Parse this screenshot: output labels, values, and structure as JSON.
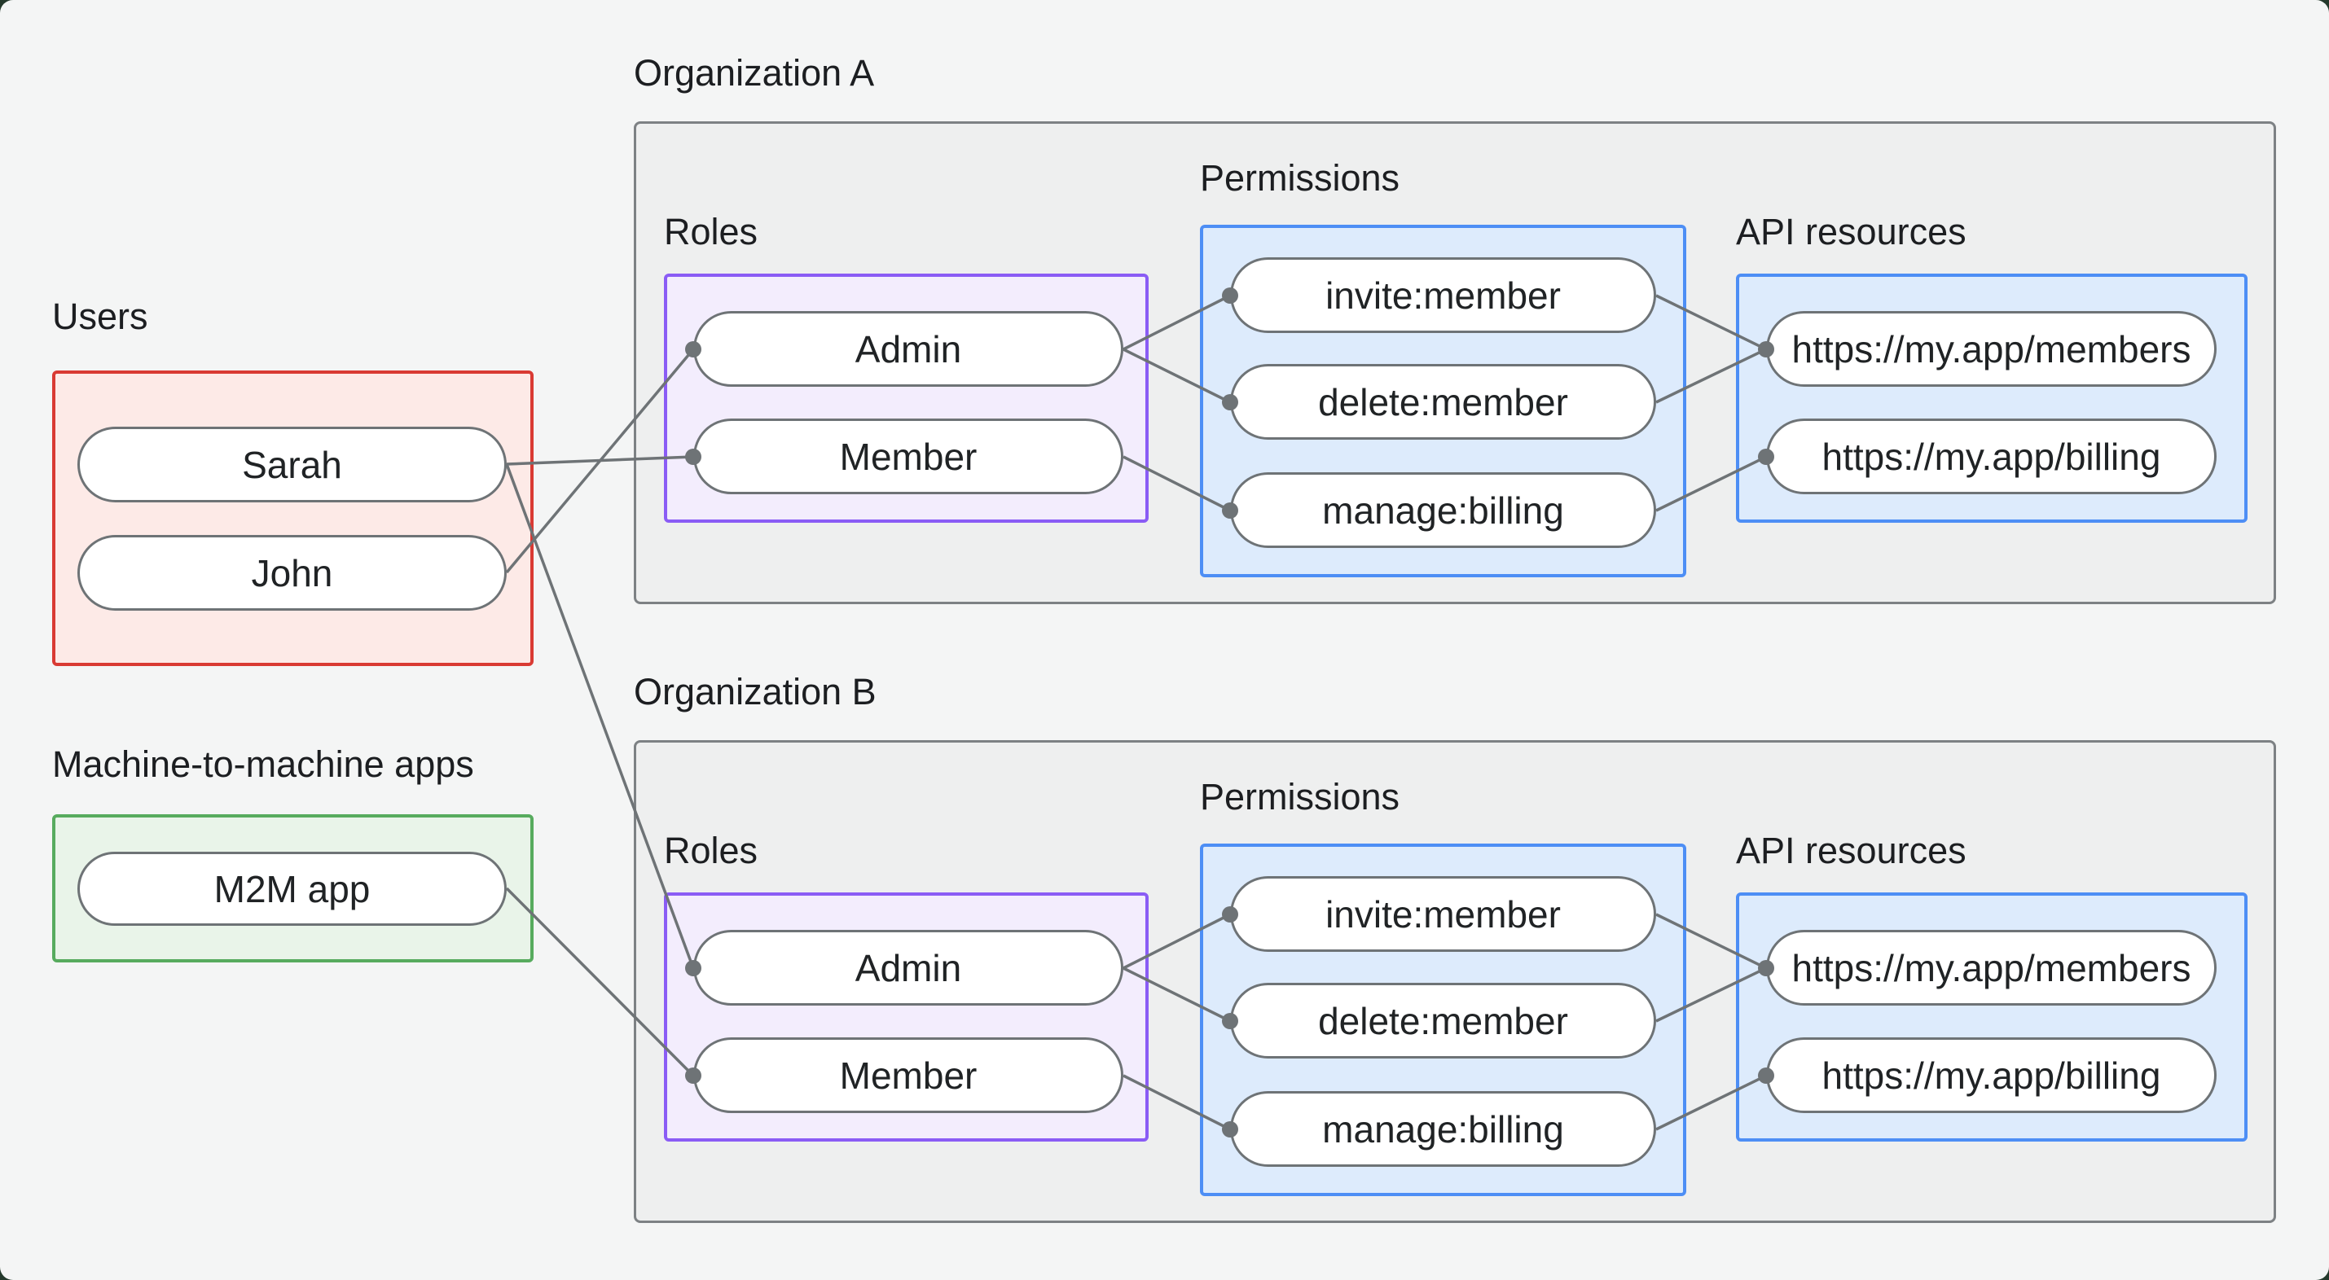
{
  "colors": {
    "window_backdrop": "#24392c",
    "page_bg": "#f4f5f5",
    "org_container_bg": "#eeefef",
    "org_container_border": "#7d8184",
    "users_zone_bg": "#fdeae7",
    "users_zone_border": "#d93a33",
    "m2m_zone_bg": "#e9f4e9",
    "m2m_zone_border": "#57ab5e",
    "roles_zone_bg": "#f3edfd",
    "roles_zone_border": "#8a5cf5",
    "permissions_zone_bg": "#ddebfc",
    "permissions_zone_border": "#4d8ef5",
    "node_bg": "#ffffff",
    "node_border": "#6e7376",
    "edge": "#6e7376",
    "text": "#1c1e21"
  },
  "left": {
    "users_label": "Users",
    "users": [
      "Sarah",
      "John"
    ],
    "m2m_label": "Machine-to-machine apps",
    "m2m_apps": [
      "M2M app"
    ]
  },
  "org_a": {
    "label": "Organization A",
    "roles_label": "Roles",
    "roles": [
      "Admin",
      "Member"
    ],
    "permissions_label": "Permissions",
    "permissions": [
      "invite:member",
      "delete:member",
      "manage:billing"
    ],
    "api_label": "API resources",
    "api_resources": [
      "https://my.app/members",
      "https://my.app/billing"
    ]
  },
  "org_b": {
    "label": "Organization B",
    "roles_label": "Roles",
    "roles": [
      "Admin",
      "Member"
    ],
    "permissions_label": "Permissions",
    "permissions": [
      "invite:member",
      "delete:member",
      "manage:billing"
    ],
    "api_label": "API resources",
    "api_resources": [
      "https://my.app/members",
      "https://my.app/billing"
    ]
  },
  "connections": [
    {
      "from": "Sarah",
      "to": "Organization A / Member"
    },
    {
      "from": "John",
      "to": "Organization A / Admin"
    },
    {
      "from": "Sarah",
      "to": "Organization B / Admin"
    },
    {
      "from": "M2M app",
      "to": "Organization B / Member"
    },
    {
      "from": "Organization A / Admin",
      "to": "Organization A / invite:member"
    },
    {
      "from": "Organization A / Admin",
      "to": "Organization A / delete:member"
    },
    {
      "from": "Organization A / Member",
      "to": "Organization A / manage:billing"
    },
    {
      "from": "Organization A / invite:member",
      "to": "Organization A / https://my.app/members"
    },
    {
      "from": "Organization A / delete:member",
      "to": "Organization A / https://my.app/members"
    },
    {
      "from": "Organization A / manage:billing",
      "to": "Organization A / https://my.app/billing"
    },
    {
      "from": "Organization B / Admin",
      "to": "Organization B / invite:member"
    },
    {
      "from": "Organization B / Admin",
      "to": "Organization B / delete:member"
    },
    {
      "from": "Organization B / Member",
      "to": "Organization B / manage:billing"
    },
    {
      "from": "Organization B / invite:member",
      "to": "Organization B / https://my.app/members"
    },
    {
      "from": "Organization B / delete:member",
      "to": "Organization B / https://my.app/members"
    },
    {
      "from": "Organization B / manage:billing",
      "to": "Organization B / https://my.app/billing"
    }
  ]
}
